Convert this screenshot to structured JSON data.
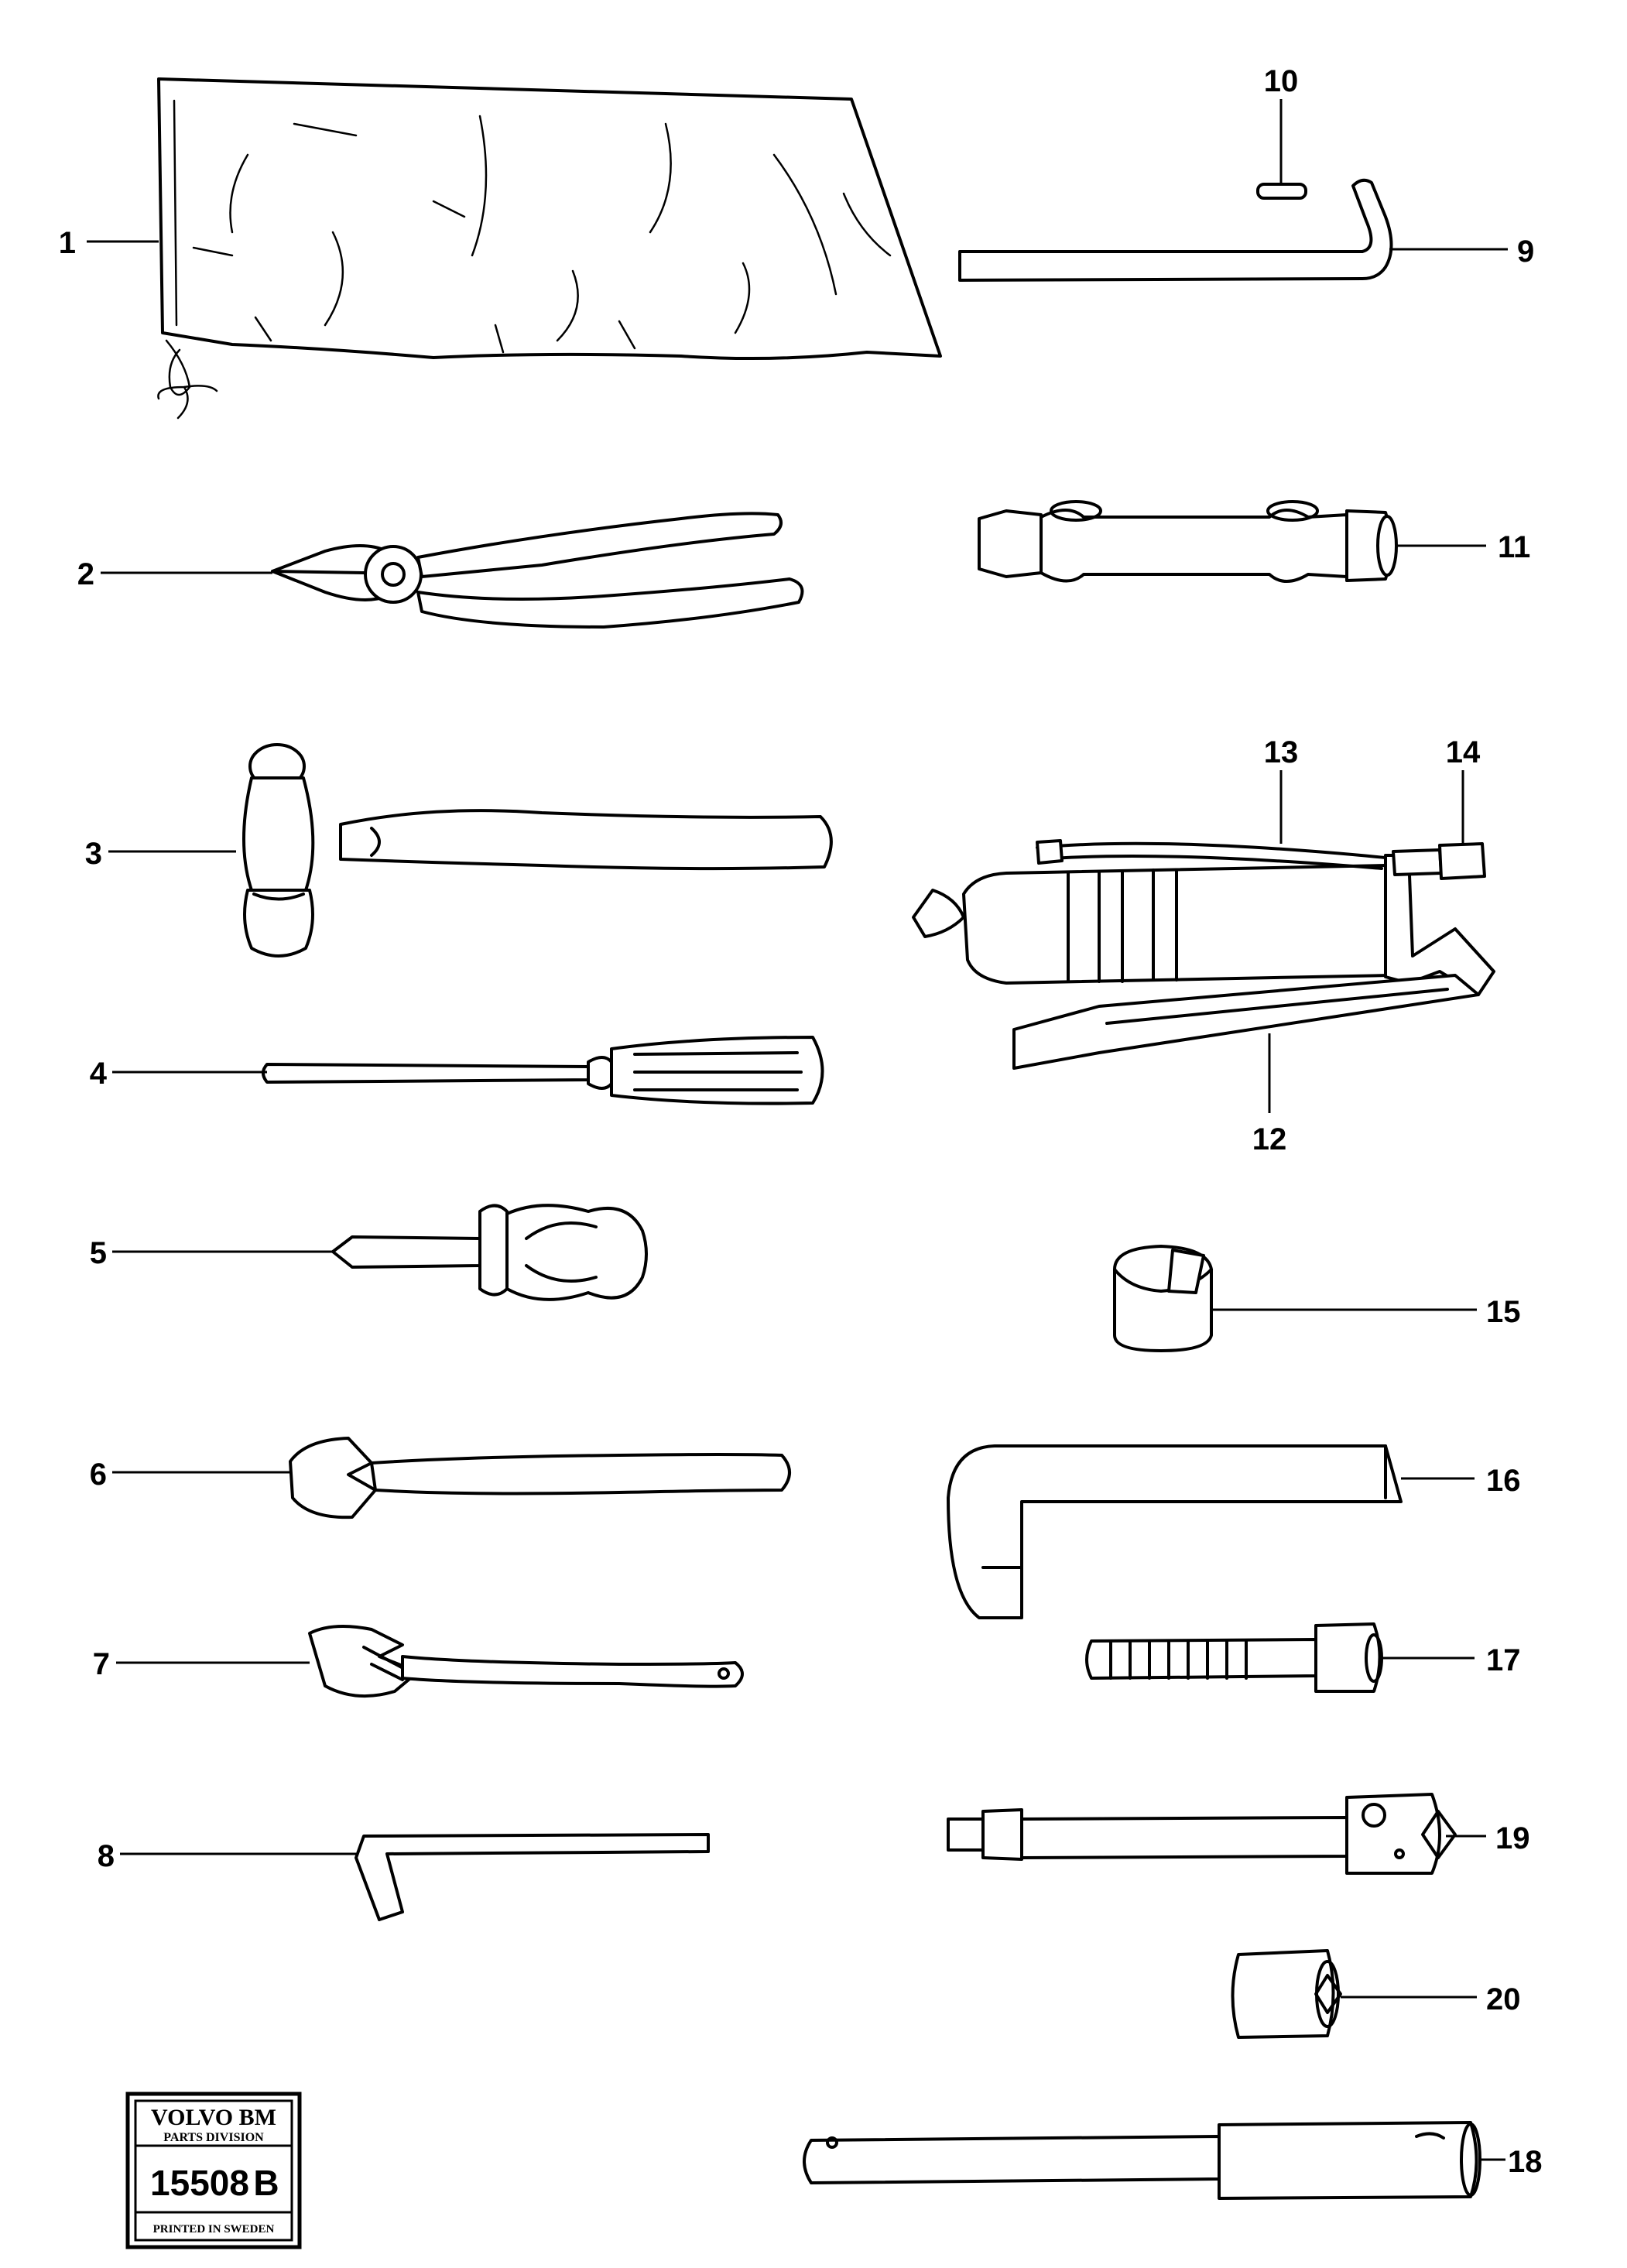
{
  "callouts": {
    "c1": "1",
    "c2": "2",
    "c3": "3",
    "c4": "4",
    "c5": "5",
    "c6": "6",
    "c7": "7",
    "c8": "8",
    "c9": "9",
    "c10": "10",
    "c11": "11",
    "c12": "12",
    "c13": "13",
    "c14": "14",
    "c15": "15",
    "c16": "16",
    "c17": "17",
    "c18": "18",
    "c19": "19",
    "c20": "20"
  },
  "stamp": {
    "brand": "VOLVO BM",
    "division": "PARTS DIVISION",
    "number": "15508",
    "revision": "B",
    "printed": "PRINTED IN SWEDEN"
  }
}
